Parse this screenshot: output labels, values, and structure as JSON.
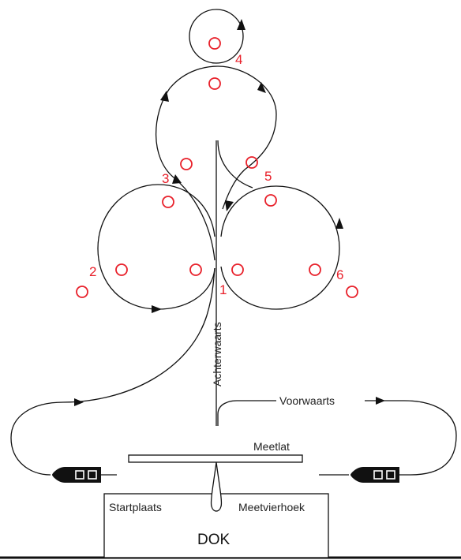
{
  "diagram": {
    "colors": {
      "line": "#111111",
      "marker": "#e8202a"
    },
    "labels": {
      "achterwaarts": "Achterwaarts",
      "voorwaarts": "Voorwaarts",
      "meetlat": "Meetlat",
      "startplaats": "Startplaats",
      "meetvierhoek": "Meetvierhoek",
      "dok": "DOK"
    },
    "markers": [
      "1",
      "2",
      "3",
      "4",
      "5",
      "6"
    ],
    "icons": [
      "boat-icon",
      "cone-icon",
      "arrow-icon"
    ]
  }
}
